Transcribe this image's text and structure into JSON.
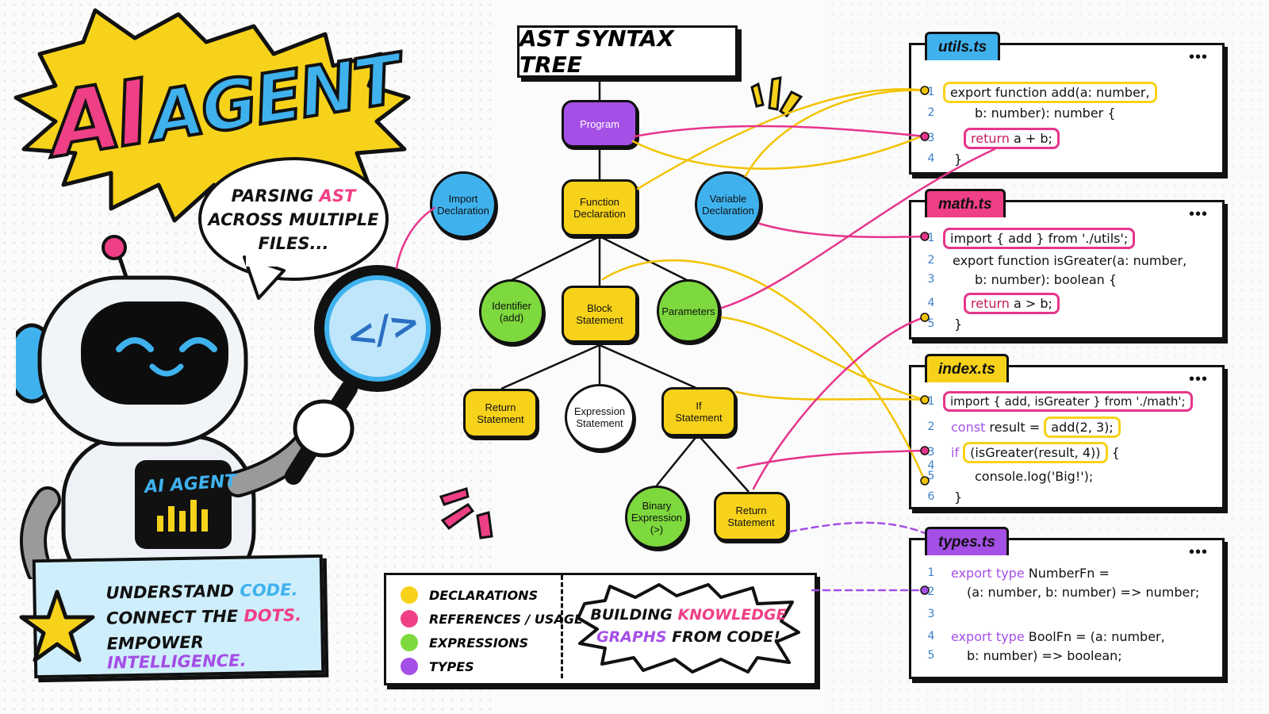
{
  "title": {
    "word1": "AI",
    "word2": "AGENT"
  },
  "speech_bubble": {
    "text_before": "PARSING ",
    "highlight": "AST",
    "text_after": "ACROSS MULTIPLE FILES..."
  },
  "robot": {
    "screen_label": "AI AGENT",
    "lens_symbol": "</>"
  },
  "tagline": {
    "line1_a": "UNDERSTAND ",
    "line1_b": "CODE.",
    "line2_a": "CONNECT THE ",
    "line2_b": "DOTS.",
    "line3_a": "EMPOWER ",
    "line3_b": "INTELLIGENCE."
  },
  "tree": {
    "title": "AST SYNTAX TREE",
    "nodes": {
      "program": "Program",
      "import_decl": "Import\nDeclaration",
      "function_decl": "Function\nDeclaration",
      "variable_decl": "Variable\nDeclaration",
      "identifier": "Identifier\n(add)",
      "block": "Block\nStatement",
      "parameters": "Parameters",
      "return1": "Return\nStatement",
      "expression": "Expression\nStatement",
      "if_stmt": "If\nStatement",
      "binary": "Binary\nExpression\n(>)",
      "return2": "Return\nStatement"
    }
  },
  "legend": {
    "items": [
      "DECLARATIONS",
      "REFERENCES / USAGE",
      "EXPRESSIONS",
      "TYPES"
    ],
    "banner_a": "BUILDING ",
    "banner_b": "KNOWLEDGE",
    "banner_c": "GRAPHS",
    "banner_d": " FROM CODE!"
  },
  "files": [
    {
      "name": "utils.ts",
      "menu": "•••",
      "lines": [
        {
          "n": "1",
          "text": "export function add(a: number,"
        },
        {
          "n": "2",
          "text": "b: number): number {"
        },
        {
          "n": "3",
          "text_kw": "return",
          "text": " a + b;"
        },
        {
          "n": "4",
          "text": "}"
        }
      ]
    },
    {
      "name": "math.ts",
      "menu": "•••",
      "lines": [
        {
          "n": "1",
          "text": "import { add } from './utils';"
        },
        {
          "n": "2",
          "text": "export function isGreater(a: number,"
        },
        {
          "n": "3",
          "text": "b: number): boolean {"
        },
        {
          "n": "4",
          "text_kw": "return",
          "text": " a > b;"
        },
        {
          "n": "5",
          "text": "}"
        }
      ]
    },
    {
      "name": "index.ts",
      "menu": "•••",
      "lines": [
        {
          "n": "1",
          "text": "import { add, isGreater } from './math';"
        },
        {
          "n": "2",
          "text_kw": "const",
          "text": " result = ",
          "text_hl": "add(2, 3);"
        },
        {
          "n": "3",
          "text_kw": "if",
          "text": " ",
          "text_hl": "(isGreater(result, 4))",
          "text_end": " {"
        },
        {
          "n": "4",
          "text": ""
        },
        {
          "n": "5",
          "text": "console.log('Big!');"
        },
        {
          "n": "6",
          "text": "}"
        }
      ]
    },
    {
      "name": "types.ts",
      "menu": "•••",
      "lines": [
        {
          "n": "1",
          "text_kw": "export type",
          "text": " NumberFn ="
        },
        {
          "n": "2",
          "text": "(a: number, b: number) => number;"
        },
        {
          "n": "3",
          "text": ""
        },
        {
          "n": "4",
          "text_kw": "export type",
          "text": " BoolFn = (a: number,"
        },
        {
          "n": "5",
          "text": "b: number) => boolean;"
        }
      ]
    }
  ],
  "colors": {
    "declarations": "#f7d21a",
    "references": "#e6358b",
    "expressions": "#7dd93d",
    "types": "#a44fe6",
    "blue": "#3fb2ee"
  }
}
